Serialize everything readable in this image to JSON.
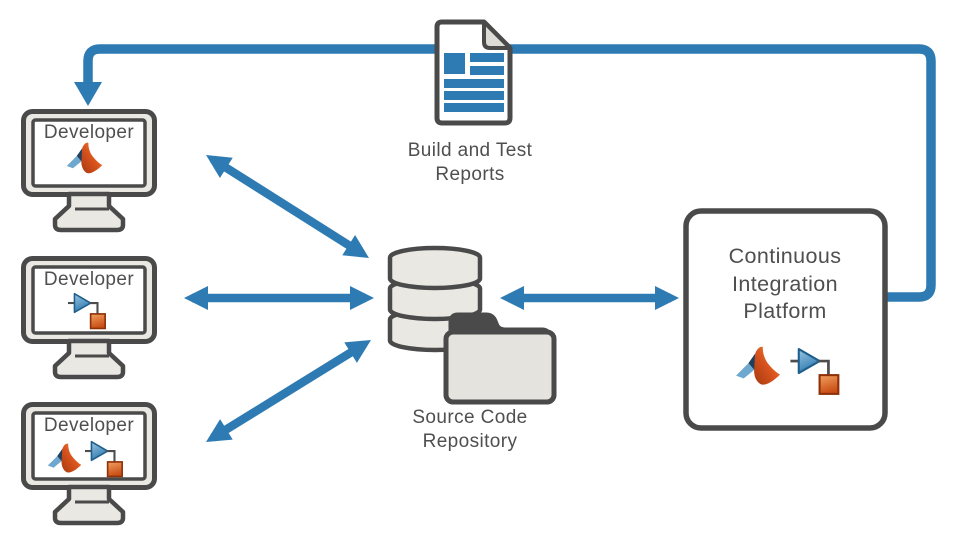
{
  "diagram": {
    "nodes": {
      "developer1": {
        "label": "Developer",
        "icons": [
          "matlab-logo"
        ]
      },
      "developer2": {
        "label": "Developer",
        "icons": [
          "simulink-model"
        ]
      },
      "developer3": {
        "label": "Developer",
        "icons": [
          "matlab-logo",
          "simulink-model"
        ]
      },
      "build_reports": {
        "label": "Build and Test Reports",
        "icon": "report-document"
      },
      "source_repo": {
        "label": "Source Code Repository",
        "icons": [
          "database",
          "folder"
        ]
      },
      "ci_platform": {
        "label": "Continuous Integration Platform",
        "icons": [
          "matlab-logo",
          "simulink-model"
        ]
      }
    },
    "edges": [
      {
        "from": "developer1",
        "to": "source_repo",
        "direction": "bidirectional"
      },
      {
        "from": "developer2",
        "to": "source_repo",
        "direction": "bidirectional"
      },
      {
        "from": "developer3",
        "to": "source_repo",
        "direction": "bidirectional"
      },
      {
        "from": "source_repo",
        "to": "ci_platform",
        "direction": "bidirectional"
      },
      {
        "from": "ci_platform",
        "to": "developer1",
        "direction": "one-way",
        "via": "build_reports"
      }
    ]
  },
  "colors": {
    "arrow_blue": "#2e7bb4",
    "outline_gray": "#4a4a4a",
    "node_fill": "#e9e8e3",
    "folder_fill": "#e4e3de",
    "screen_fill": "#ffffff",
    "text_gray": "#4f4f4f",
    "doc_fold": "#dcdbd6",
    "bg": "#ffffff",
    "matlab_orange_dark": "#a63a10",
    "matlab_orange": "#d9531e",
    "matlab_orange_light": "#f59a40",
    "matlab_wing": "#6fa8cf",
    "matlab_navy": "#1f3f5c",
    "simulink_tri_light": "#9cc6e2",
    "simulink_tri": "#2f7bb0",
    "simulink_tri_stroke": "#205f8c",
    "simulink_sq_light": "#f2a061",
    "simulink_sq": "#c94e14",
    "simulink_sq_stroke": "#8e3008",
    "connector_gray": "#4d4d4d"
  }
}
